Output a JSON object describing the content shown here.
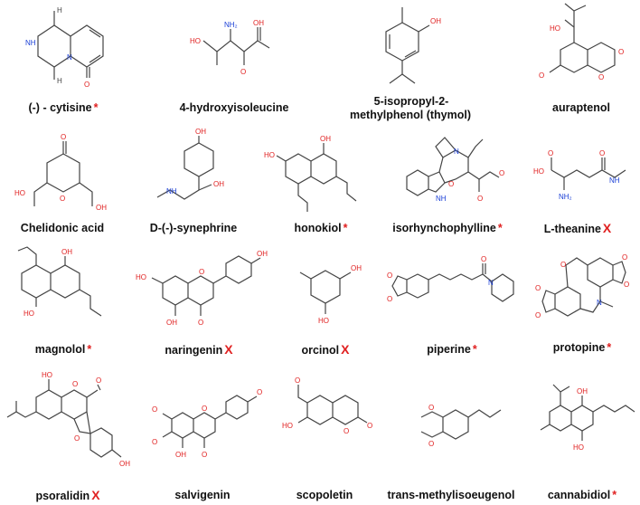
{
  "colors": {
    "bond": "#444444",
    "oxygen": "#e02020",
    "nitrogen": "#1a3fd6",
    "mark": "#e02020",
    "label": "#111111"
  },
  "atoms": {
    "oxygen": "O",
    "hydroxyl": "OH",
    "hydroxyl_left": "HO",
    "nitrogen": "N",
    "amine": "NH",
    "amine2": "NH₂",
    "hydrogen": "H"
  },
  "compounds": [
    {
      "name": "(-) - cytisine",
      "mark": "*"
    },
    {
      "name": "4-hydroxyisoleucine",
      "mark": ""
    },
    {
      "name": "5-isopropyl-2-methylphenol (thymol)",
      "mark": ""
    },
    {
      "name": "auraptenol",
      "mark": ""
    },
    {
      "name": "Chelidonic acid",
      "mark": ""
    },
    {
      "name": "D-(-)-synephrine",
      "mark": ""
    },
    {
      "name": "honokiol",
      "mark": "*"
    },
    {
      "name": "isorhynchophylline",
      "mark": "*"
    },
    {
      "name": "L-theanine",
      "mark": "X"
    },
    {
      "name": "magnolol",
      "mark": "*"
    },
    {
      "name": "naringenin",
      "mark": "X"
    },
    {
      "name": "orcinol",
      "mark": "X"
    },
    {
      "name": "piperine",
      "mark": "*"
    },
    {
      "name": "protopine",
      "mark": "*"
    },
    {
      "name": "psoralidin",
      "mark": "X"
    },
    {
      "name": "salvigenin",
      "mark": ""
    },
    {
      "name": "scopoletin",
      "mark": ""
    },
    {
      "name": "trans-methylisoeugenol",
      "mark": ""
    },
    {
      "name": "cannabidiol",
      "mark": "*"
    }
  ]
}
